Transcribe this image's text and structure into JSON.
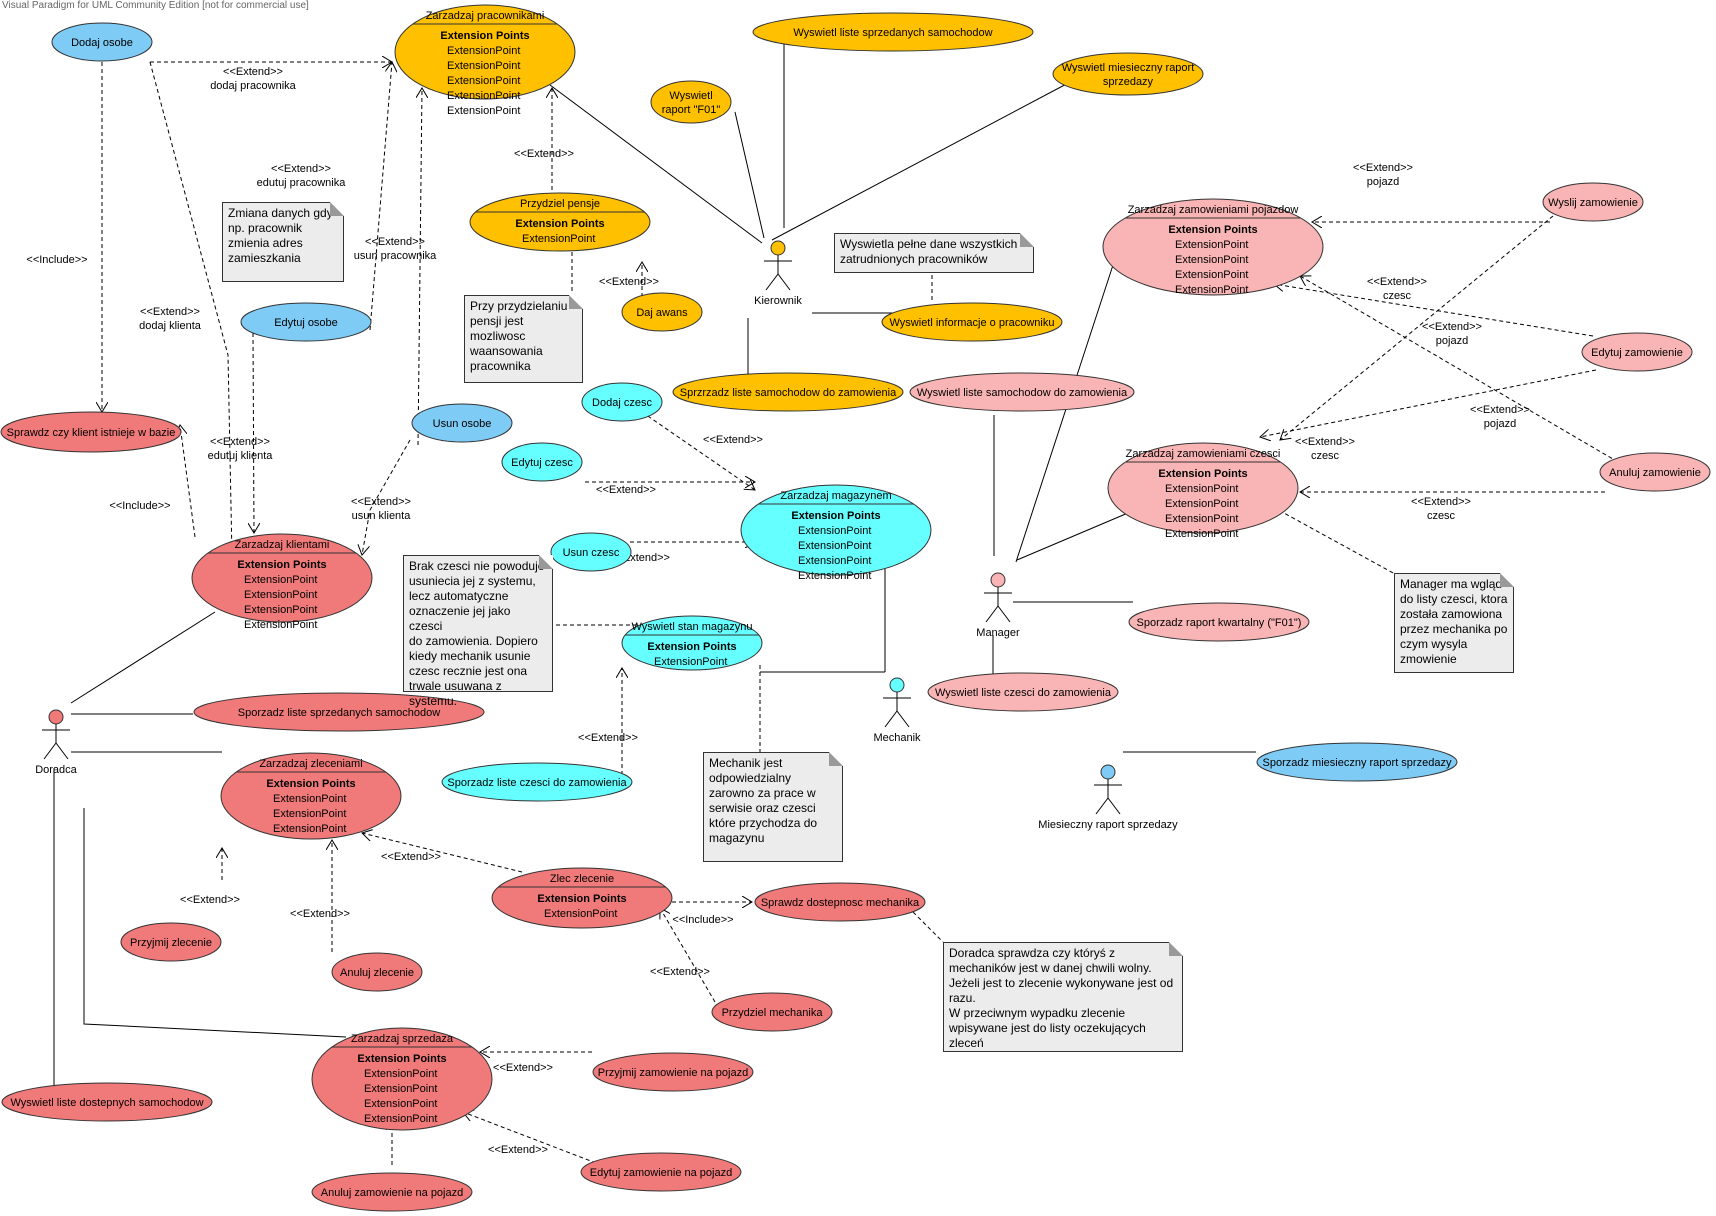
{
  "watermark": "Visual Paradigm for UML Community Edition [not for commercial use]",
  "colors": {
    "orange": "#ffc000",
    "blue": "#7ecbf5",
    "red": "#f07a7a",
    "pink": "#f9b5b5",
    "cyan": "#66ffff",
    "note_bg": "#ececec"
  },
  "actors": [
    {
      "id": "kierownik",
      "name": "Kierownik",
      "color": "#ffc000"
    },
    {
      "id": "manager",
      "name": "Manager",
      "color": "#f9b5b5"
    },
    {
      "id": "mechanik",
      "name": "Mechanik",
      "color": "#66ffff"
    },
    {
      "id": "doradca",
      "name": "Doradca",
      "color": "#f07a7a"
    },
    {
      "id": "raport",
      "name": "Miesieczny raport sprzedazy",
      "color": "#7ecbf5"
    }
  ],
  "extension_points_title": "Extension Points",
  "extension_point_label": "ExtensionPoint",
  "use_cases": [
    {
      "id": "zarz_prac",
      "label": "Zarzadzaj pracownikami",
      "color": "#ffc000",
      "ext": 5
    },
    {
      "id": "przydziel_pensje",
      "label": "Przydziel pensje",
      "color": "#ffc000",
      "ext": 1
    },
    {
      "id": "zarz_zam_poj",
      "label": "Zarzadzaj zamowieniami pojazdow",
      "color": "#f9b5b5",
      "ext": 4
    },
    {
      "id": "zarz_zam_czesc",
      "label": "Zarzadzaj zamowieniami czesci",
      "color": "#f9b5b5",
      "ext": 4
    },
    {
      "id": "zarz_klient",
      "label": "Zarzadzaj klientami",
      "color": "#f07a7a",
      "ext": 4
    },
    {
      "id": "zarz_mag",
      "label": "Zarzadzaj magazynem",
      "color": "#66ffff",
      "ext": 4
    },
    {
      "id": "stan_mag",
      "label": "Wyswietl stan magazynu",
      "color": "#66ffff",
      "ext": 1
    },
    {
      "id": "zarz_zlec",
      "label": "Zarzadzaj zleceniami",
      "color": "#f07a7a",
      "ext": 3
    },
    {
      "id": "zlec",
      "label": "Zlec zlecenie",
      "color": "#f07a7a",
      "ext": 1
    },
    {
      "id": "zarz_sprz",
      "label": "Zarzadzaj sprzedaza",
      "color": "#f07a7a",
      "ext": 4
    },
    {
      "id": "dodaj_osobe",
      "label": "Dodaj osobe",
      "color": "#7ecbf5"
    },
    {
      "id": "edytuj_osobe",
      "label": "Edytuj osobe",
      "color": "#7ecbf5"
    },
    {
      "id": "usun_osobe",
      "label": "Usun osobe",
      "color": "#7ecbf5"
    },
    {
      "id": "sprawdz_klient",
      "label": "Sprawdz czy klient istnieje w bazie",
      "color": "#f07a7a"
    },
    {
      "id": "raport_f01",
      "label": "Wyswietl|raport \"F01\"",
      "color": "#ffc000"
    },
    {
      "id": "liste_sprz",
      "label": "Wyswietl liste sprzedanych samochodow",
      "color": "#ffc000"
    },
    {
      "id": "mies_raport",
      "label": "Wyswietl miesieczny raport|sprzedazy",
      "color": "#ffc000"
    },
    {
      "id": "daj_awans",
      "label": "Daj awans",
      "color": "#ffc000"
    },
    {
      "id": "info_prac",
      "label": "Wyswietl informacje o pracowniku",
      "color": "#ffc000"
    },
    {
      "id": "sporz_liste_sam",
      "label": "Sprzrzadz liste samochodow do zamowienia",
      "color": "#ffc000"
    },
    {
      "id": "liste_sam_zam",
      "label": "Wyswietl liste samochodow do zamowienia",
      "color": "#f9b5b5"
    },
    {
      "id": "wyslij",
      "label": "Wyslij zamowienie",
      "color": "#f9b5b5"
    },
    {
      "id": "edytuj_zam",
      "label": "Edytuj zamowienie",
      "color": "#f9b5b5"
    },
    {
      "id": "anuluj_zam",
      "label": "Anuluj zamowienie",
      "color": "#f9b5b5"
    },
    {
      "id": "raport_kw",
      "label": "Sporzadz raport kwartalny (\"F01\")",
      "color": "#f9b5b5"
    },
    {
      "id": "liste_czesci",
      "label": "Wyswietl liste czesci do zamowienia",
      "color": "#f9b5b5"
    },
    {
      "id": "dodaj_czesc",
      "label": "Dodaj czesc",
      "color": "#66ffff"
    },
    {
      "id": "edytuj_czesc",
      "label": "Edytuj czesc",
      "color": "#66ffff"
    },
    {
      "id": "usun_czesc",
      "label": "Usun czesc",
      "color": "#66ffff"
    },
    {
      "id": "sporz_liste_czesci",
      "label": "Sporzadz liste czesci do zamowienia",
      "color": "#66ffff"
    },
    {
      "id": "sporz_liste_sprz",
      "label": "Sporzadz liste sprzedanych samochodow",
      "color": "#f07a7a"
    },
    {
      "id": "przyjmij_zlec",
      "label": "Przyjmij zlecenie",
      "color": "#f07a7a"
    },
    {
      "id": "anuluj_zlec",
      "label": "Anuluj zlecenie",
      "color": "#f07a7a"
    },
    {
      "id": "sprawdz_mech",
      "label": "Sprawdz dostepnosc mechanika",
      "color": "#f07a7a"
    },
    {
      "id": "przydziel_mech",
      "label": "Przydziel mechanika",
      "color": "#f07a7a"
    },
    {
      "id": "dostepne_sam",
      "label": "Wyswietl liste dostepnych samochodow",
      "color": "#f07a7a"
    },
    {
      "id": "przyjmij_zam",
      "label": "Przyjmij zamowienie na pojazd",
      "color": "#f07a7a"
    },
    {
      "id": "edytuj_zam_poj",
      "label": "Edytuj zamowienie na pojazd",
      "color": "#f07a7a"
    },
    {
      "id": "anuluj_zam_poj",
      "label": "Anuluj zamowienie na pojazd",
      "color": "#f07a7a"
    },
    {
      "id": "mies_raport_sprz",
      "label": "Sporzadz miesieczny raport sprzedazy",
      "color": "#7ecbf5"
    }
  ],
  "relation_labels": [
    "<<Extend>>|dodaj pracownika",
    "<<Extend>>|edutuj pracownika",
    "<<Extend>>|usun pracownika",
    "<<Extend>>",
    "<<Include>>",
    "<<Extend>>|dodaj klienta",
    "<<Extend>>|edutuj klienta",
    "<<Extend>>|usun klienta",
    "<<Include>>",
    "<<Extend>>",
    "<<Extend>>|pojazd",
    "<<Extend>>|czesc",
    "<<Extend>>|pojazd",
    "<<Extend>>|pojazd",
    "<<Extend>>|czesc",
    "<<Extend>>|czesc",
    "<<Extend>>",
    "<<Extend>>",
    "<<Extend>>",
    "<<Extend>>",
    "<<Extend>>",
    "<<Extend>>",
    "<<Include>>",
    "<<Extend>>",
    "<<Extend>>",
    "<<Extend>>",
    "<<Extend>>"
  ],
  "notes": [
    {
      "id": "n1",
      "text": "Zmiana danych gdy\nnp. pracownik\nzmienia adres\nzamieszkania"
    },
    {
      "id": "n2",
      "text": "Przy przydzielaniu\npensji jest\nmozliwosc\nwaansowania\npracownika"
    },
    {
      "id": "n3",
      "text": "Wyswietla pełne dane wszystkich\nzatrudnionych pracowników"
    },
    {
      "id": "n4",
      "text": "Manager ma wgląd\ndo listy czesci, ktora\nzostała zamowiona\nprzez mechanika po\nczym wysyla\nzmowienie"
    },
    {
      "id": "n5",
      "text": "Brak czesci nie powoduje\nusuniecia jej z systemu,\nlecz automatyczne\noznaczenie jej jako czesci\ndo zamowienia. Dopiero\nkiedy mechanik usunie\nczesc recznie jest ona\ntrwale usuwana z\nsystemu."
    },
    {
      "id": "n6",
      "text": "Mechanik jest\nodpowiedzialny\nzarowno za prace w\nserwisie oraz czesci\nktóre przychodza do\nmagazynu"
    },
    {
      "id": "n7",
      "text": "Doradca sprawdza czy któryś z\nmechaników jest w danej chwili wolny.\nJeżeli jest to zlecenie wykonywane jest od\nrazu.\nW przeciwnym wypadku zlecenie\nwpisywane jest do listy oczekujących\nzleceń"
    }
  ]
}
